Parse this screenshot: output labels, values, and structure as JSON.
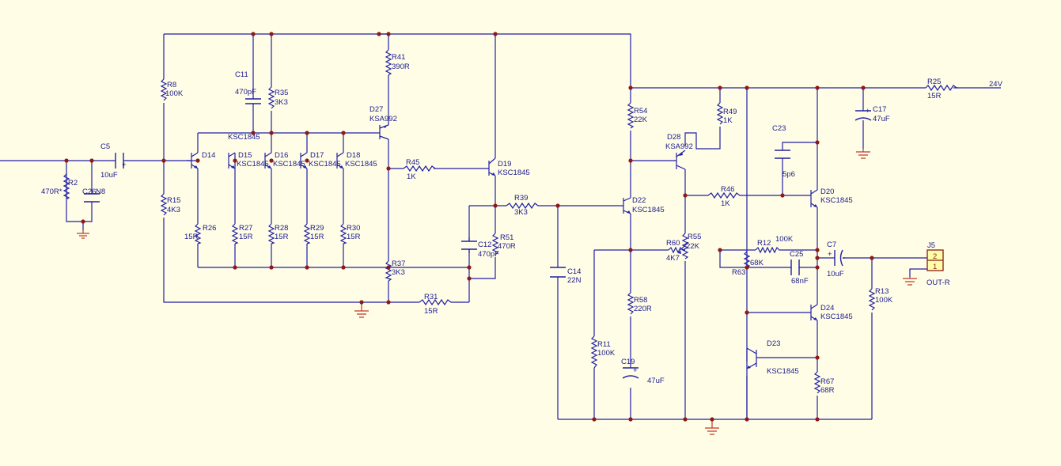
{
  "schematic": {
    "resistors": [
      {
        "ref": "R2",
        "value": "470R*"
      },
      {
        "ref": "R8",
        "value": "100K"
      },
      {
        "ref": "R15",
        "value": "4K3"
      },
      {
        "ref": "R35",
        "value": "3K3"
      },
      {
        "ref": "R41",
        "value": "390R"
      },
      {
        "ref": "R26",
        "value": "15R"
      },
      {
        "ref": "R27",
        "value": "15R"
      },
      {
        "ref": "R28",
        "value": "15R"
      },
      {
        "ref": "R29",
        "value": "15R"
      },
      {
        "ref": "R30",
        "value": "15R"
      },
      {
        "ref": "R45",
        "value": "1K"
      },
      {
        "ref": "R37",
        "value": "3K3"
      },
      {
        "ref": "R31",
        "value": "15R"
      },
      {
        "ref": "R51",
        "value": "470R"
      },
      {
        "ref": "R39",
        "value": "3K3"
      },
      {
        "ref": "R54",
        "value": "22K"
      },
      {
        "ref": "R49",
        "value": "1K"
      },
      {
        "ref": "R46",
        "value": "1K"
      },
      {
        "ref": "R58",
        "value": "220R"
      },
      {
        "ref": "R11",
        "value": "100K"
      },
      {
        "ref": "R60",
        "value": "4K7"
      },
      {
        "ref": "R55",
        "value": "22K"
      },
      {
        "ref": "R12",
        "value": "100K"
      },
      {
        "ref": "R63",
        "value": "68K"
      },
      {
        "ref": "R13",
        "value": "100K"
      },
      {
        "ref": "R67",
        "value": "68R"
      },
      {
        "ref": "R25",
        "value": "15R"
      }
    ],
    "capacitors": [
      {
        "ref": "C5",
        "value": "10uF"
      },
      {
        "ref": "C26",
        "value": "N8"
      },
      {
        "ref": "C11",
        "value": "470pF"
      },
      {
        "ref": "C12",
        "value": "470pF"
      },
      {
        "ref": "C14",
        "value": "22N"
      },
      {
        "ref": "C19",
        "value": "47uF"
      },
      {
        "ref": "C23",
        "value": "5p6"
      },
      {
        "ref": "C25",
        "value": "68nF"
      },
      {
        "ref": "C7",
        "value": "10uF"
      },
      {
        "ref": "C17",
        "value": "47uF"
      }
    ],
    "transistors": [
      {
        "ref": "D14",
        "value": ""
      },
      {
        "ref": "D15",
        "value": "KSC1845"
      },
      {
        "ref": "D16",
        "value": "KSC1845"
      },
      {
        "ref": "D17",
        "value": "KSC1845"
      },
      {
        "ref": "D18",
        "value": "KSC1845"
      },
      {
        "ref": "D27",
        "value": "KSA992"
      },
      {
        "ref": "D19",
        "value": "KSC1845"
      },
      {
        "ref": "D22",
        "value": "KSC1845"
      },
      {
        "ref": "D28",
        "value": "KSA992"
      },
      {
        "ref": "D20",
        "value": "KSC1845"
      },
      {
        "ref": "D24",
        "value": "KSC1845"
      },
      {
        "ref": "D23",
        "value": "KSC1845"
      }
    ],
    "connector": {
      "ref": "J5",
      "name": "OUT-R",
      "pin2": "2",
      "pin1": "1"
    },
    "supply_label": "24V",
    "polarity_plus": "+",
    "colors": {
      "wire": "#2020a6",
      "junction": "#8b1a1a",
      "ground": "#c0392b",
      "background": "#fffde6"
    }
  }
}
